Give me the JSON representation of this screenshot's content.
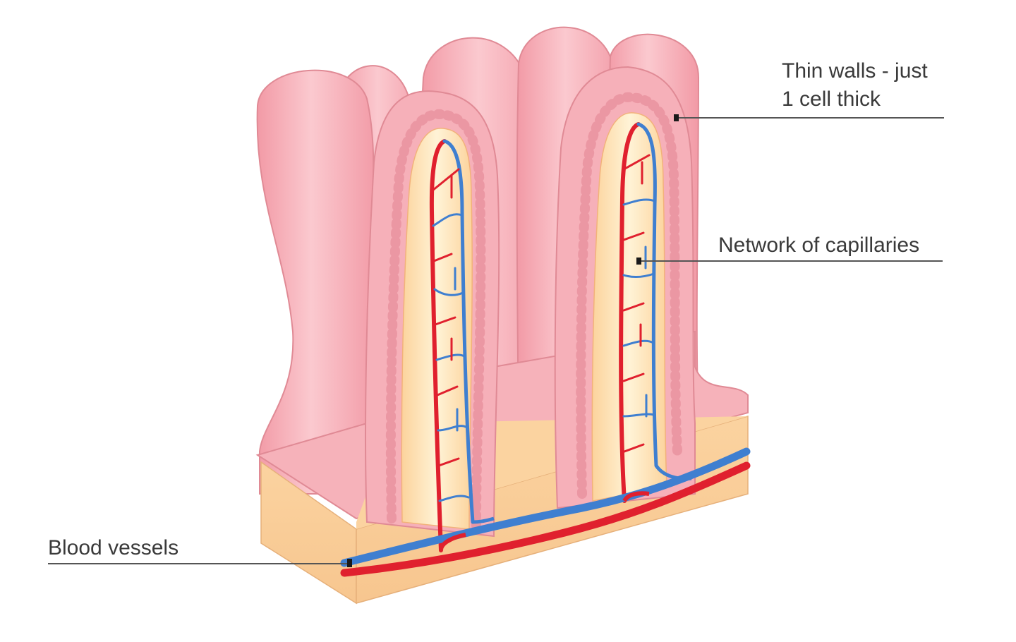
{
  "labels": {
    "thin_walls_line1": "Thin walls - just",
    "thin_walls_line2": "1 cell thick",
    "capillaries": "Network of capillaries",
    "blood_vessels": "Blood  vessels"
  },
  "colors": {
    "villus_outer": "#f4a3ad",
    "villus_outer_light": "#f9c4ca",
    "villus_outline": "#e08a95",
    "cell_layer": "#f8b9c0",
    "core_tissue": "#fcd9a8",
    "core_highlight": "#fff3d8",
    "artery": "#e0202e",
    "vein": "#3f7fd0",
    "leader_line": "#555555"
  }
}
